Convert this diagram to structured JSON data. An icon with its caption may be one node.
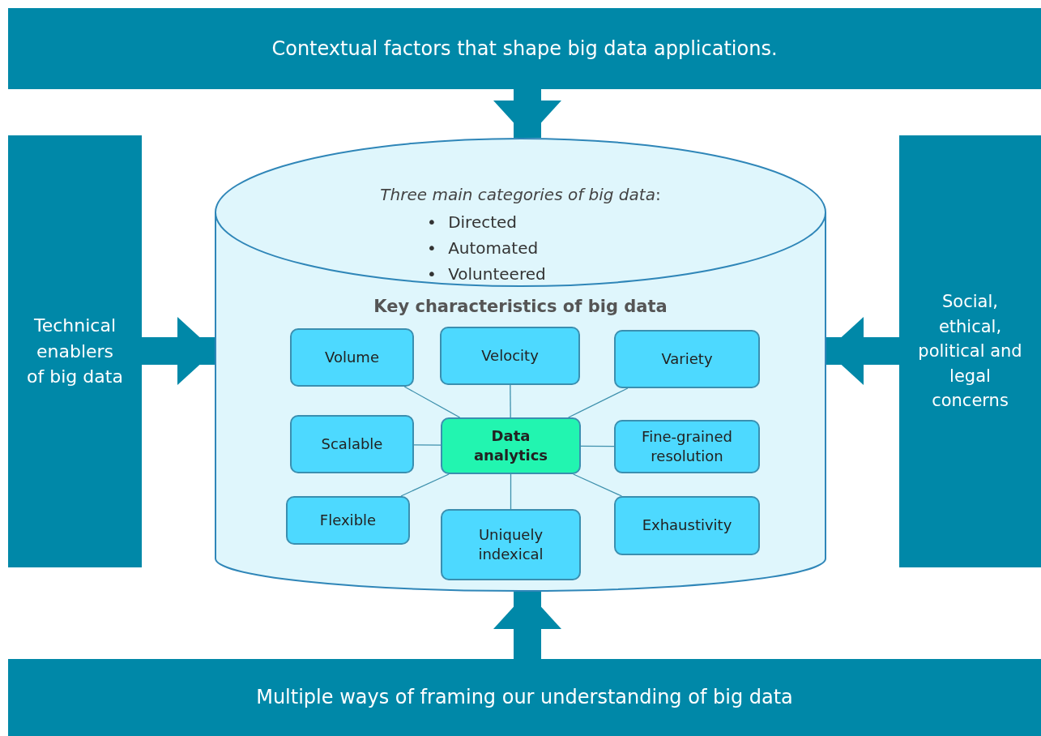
{
  "diagram": {
    "nodes": [
      {
        "text": [
          "Contextual factors that shape big data applications."
        ]
      },
      {
        "text": [
          "Technical enablers of big data"
        ]
      },
      {
        "text": [
          "Social, ethical, political and legal concerns"
        ]
      },
      {
        "text": [
          "Multiple ways of framing our understanding of big data"
        ]
      },
      {
        "text": [
          "*Three main categories of big data*:",
          "• Directed",
          "• Automated",
          "• Volunteered",
          "Key characteristics of big data"
        ]
      },
      {
        "text": [
          "Volume"
        ],
        "in": 4
      },
      {
        "text": [
          "Velocity"
        ],
        "in": 4
      },
      {
        "text": [
          "Variety"
        ],
        "in": 4
      },
      {
        "text": [
          "Scalable"
        ],
        "in": 4
      },
      {
        "text": [
          "Data analytics"
        ],
        "in": 4
      },
      {
        "text": [
          "Fine-grained resolution"
        ],
        "in": 4
      },
      {
        "text": [
          "Flexible"
        ],
        "in": 4
      },
      {
        "text": [
          "Uniquely indexical"
        ],
        "in": 4
      },
      {
        "text": [
          "Exhaustivity"
        ],
        "in": 4
      }
    ],
    "edges": [
      {
        "from": 0,
        "to": 4,
        "arrow": "to",
        "style": "thick",
        "color": "#0088a8"
      },
      {
        "from": 1,
        "to": 4,
        "arrow": "to",
        "style": "thick",
        "color": "#0088a8"
      },
      {
        "from": 2,
        "to": 4,
        "arrow": "to",
        "style": "thick",
        "color": "#0088a8"
      },
      {
        "from": 3,
        "to": 4,
        "arrow": "to",
        "style": "thick",
        "color": "#0088a8"
      },
      {
        "from": 9,
        "to": 5,
        "arrow": "none"
      },
      {
        "from": 9,
        "to": 6,
        "arrow": "none"
      },
      {
        "from": 9,
        "to": 7,
        "arrow": "none"
      },
      {
        "from": 9,
        "to": 8,
        "arrow": "none"
      },
      {
        "from": 9,
        "to": 10,
        "arrow": "none"
      },
      {
        "from": 9,
        "to": 11,
        "arrow": "none"
      },
      {
        "from": 9,
        "to": 12,
        "arrow": "none"
      },
      {
        "from": 9,
        "to": 13,
        "arrow": "none"
      }
    ]
  }
}
